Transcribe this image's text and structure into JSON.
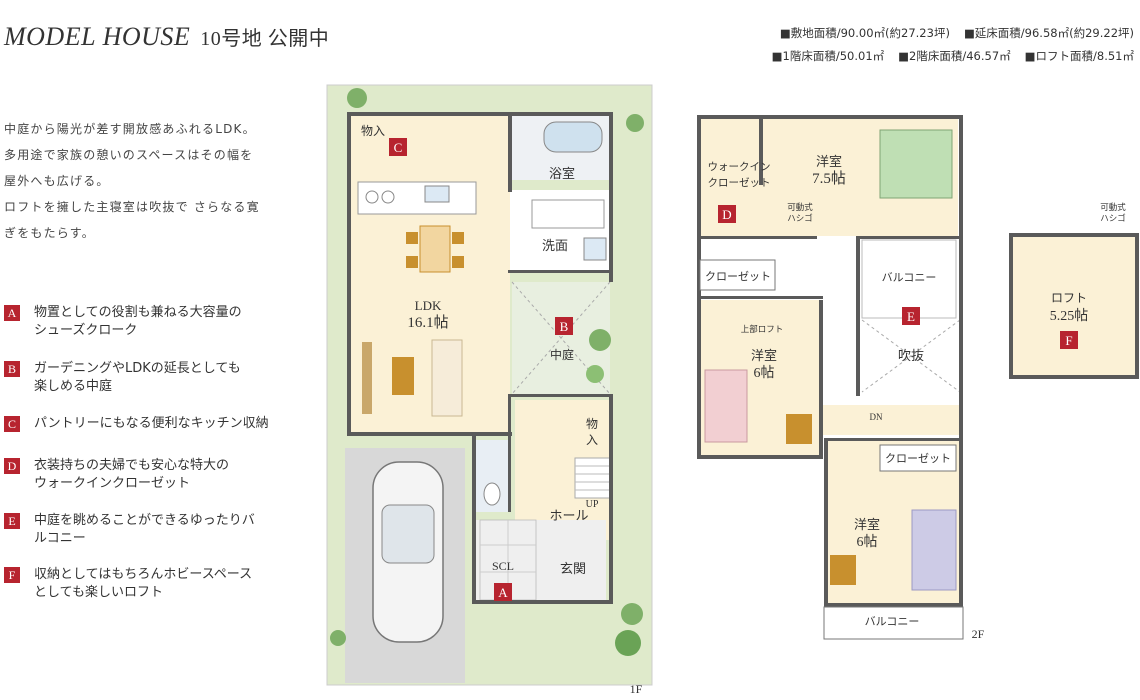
{
  "title": {
    "main": "MODEL HOUSE",
    "sub": "10号地 公開中"
  },
  "areas": {
    "site": "■敷地面積/90.00㎡(約27.23坪)",
    "total_floor": "■延床面積/96.58㎡(約29.22坪)",
    "floor1": "■1階床面積/50.01㎡",
    "floor2": "■2階床面積/46.57㎡",
    "loft": "■ロフト面積/8.51㎡"
  },
  "description": [
    "中庭から陽光が差す開放感あふれるLDK。",
    "多用途で家族の憩いのスペースはその幅を",
    "屋外へも広げる。",
    "ロフトを擁した主寝室は吹抜で さらなる寛",
    "ぎをもたらす。"
  ],
  "features": [
    {
      "badge": "A",
      "text": "物置としての役割も兼ねる大容量の\nシューズクローク"
    },
    {
      "badge": "B",
      "text": "ガーデニングやLDKの延長としても\n楽しめる中庭"
    },
    {
      "badge": "C",
      "text": "パントリーにもなる便利なキッチン収納"
    },
    {
      "badge": "D",
      "text": "衣装持ちの夫婦でも安心な特大の\nウォークインクローゼット"
    },
    {
      "badge": "E",
      "text": "中庭を眺めることができるゆったりバ\nルコニー"
    },
    {
      "badge": "F",
      "text": "収納としてはもちろんホビースペース\nとしても楽しいロフト"
    }
  ],
  "plan_labels": {
    "f1_storage": "物入",
    "f1_bath": "浴室",
    "f1_wash": "洗面",
    "f1_ldk": "LDK",
    "f1_ldk_size": "16.1帖",
    "f1_courtyard": "中庭",
    "f1_storage2": "物入",
    "f1_up": "UP",
    "f1_hall": "ホール",
    "f1_scl": "SCL",
    "f1_entrance": "玄関",
    "f1_floor": "1F",
    "f2_wic_1": "ウォークイン",
    "f2_wic_2": "クローゼット",
    "f2_master": "洋室",
    "f2_master_size": "7.5帖",
    "f2_ladder_1": "可動式",
    "f2_ladder_2": "ハシゴ",
    "f2_closet1": "クローゼット",
    "f2_balcony1": "バルコニー",
    "f2_upper_loft": "上部ロフト",
    "f2_room2": "洋室",
    "f2_room2_size": "6帖",
    "f2_void": "吹抜",
    "f2_dn": "DN",
    "f2_closet2": "クローゼット",
    "f2_room3": "洋室",
    "f2_room3_size": "6帖",
    "f2_balcony2": "バルコニー",
    "f2_floor": "2F",
    "loft_ladder_1": "可動式",
    "loft_ladder_2": "ハシゴ",
    "loft_name": "ロフト",
    "loft_size": "5.25帖"
  },
  "badges": {
    "a": "A",
    "b": "B",
    "c": "C",
    "d": "D",
    "e": "E",
    "f": "F"
  },
  "colors": {
    "badge": "#b7242f",
    "wall": "#5a5a5a",
    "floor": "#fbf1d6",
    "lawn": "#dfeacb",
    "tile": "#eeeeee",
    "bed_green": "#bfdfb4",
    "bed_pink": "#f2cfd2",
    "bed_purple": "#cdcbe6",
    "furniture": "#c8902e"
  }
}
